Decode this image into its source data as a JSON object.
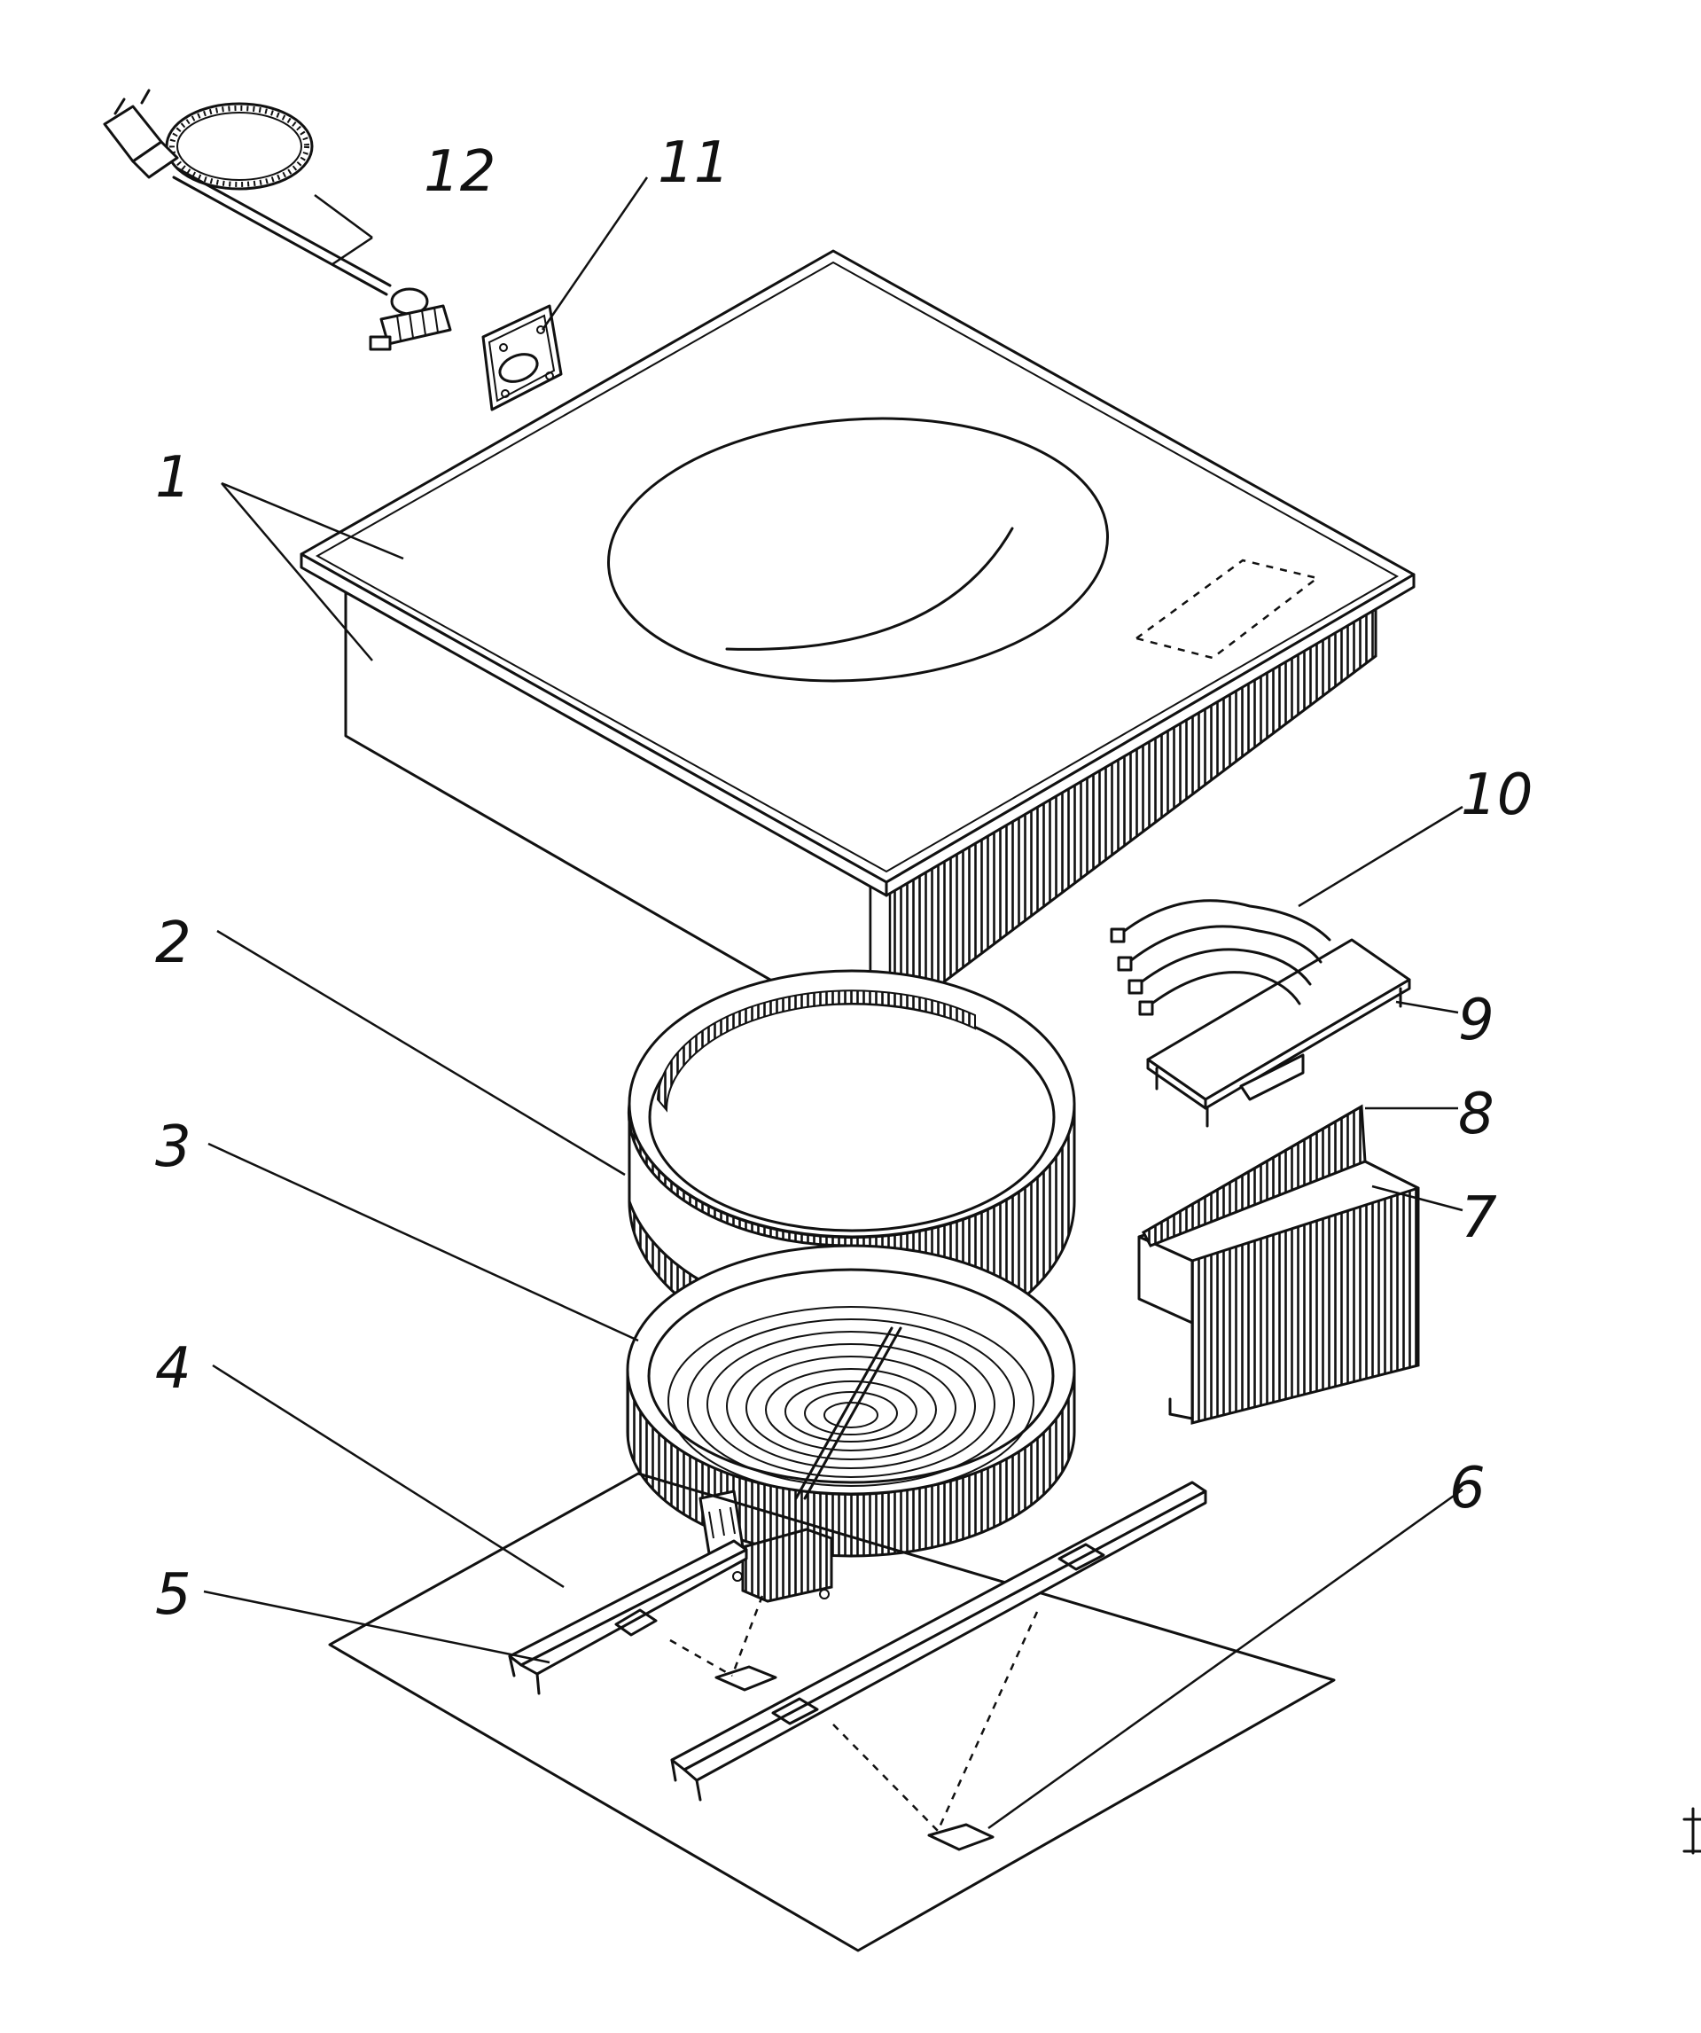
{
  "labels": {
    "p1": "1",
    "p2": "2",
    "p3": "3",
    "p4": "4",
    "p5": "5",
    "p6": "6",
    "p7": "7",
    "p8": "8",
    "p9": "9",
    "p10": "10",
    "p11": "11",
    "p12": "12"
  },
  "colors": {
    "ink": "#111111",
    "paper": "#ffffff"
  }
}
